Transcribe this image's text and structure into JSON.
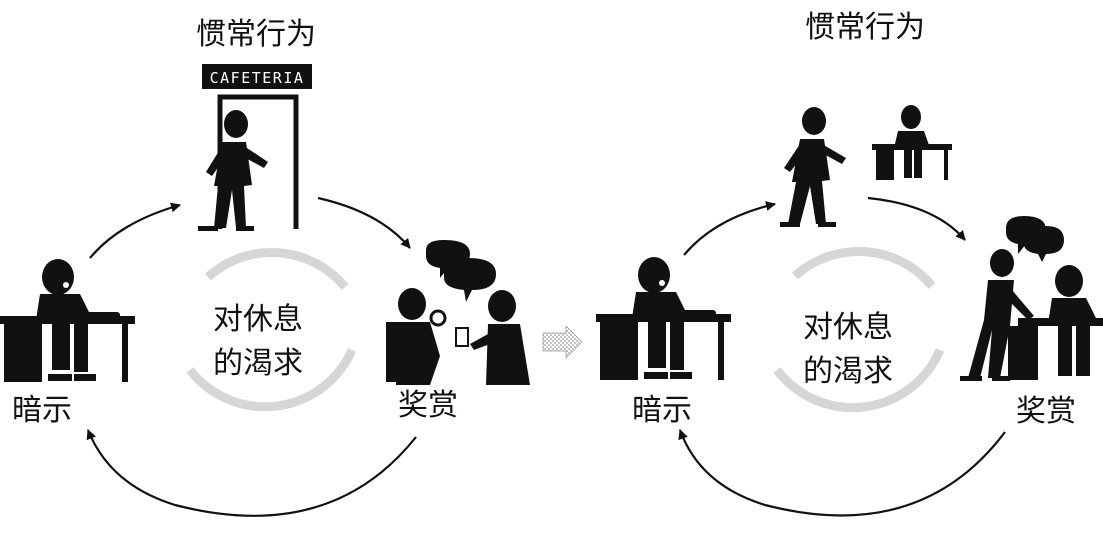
{
  "left": {
    "routine": "惯常行为",
    "cue": "暗示",
    "reward": "奖赏",
    "craving_line1": "对休息",
    "craving_line2": "的渴求",
    "sign": "CAFETERIA"
  },
  "right": {
    "routine": "惯常行为",
    "cue": "暗示",
    "reward": "奖赏",
    "craving_line1": "对休息",
    "craving_line2": "的渴求"
  },
  "colors": {
    "ink": "#111111",
    "light_ring": "#d8d8d8",
    "transition_arrow": "#444444"
  }
}
